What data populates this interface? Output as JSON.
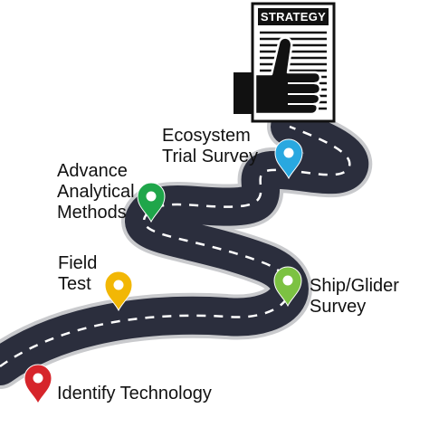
{
  "document": {
    "title": "STRATEGY",
    "icon": "thumbs-up-icon"
  },
  "milestones": [
    {
      "id": "identify-technology",
      "lines": [
        "Identify Technology"
      ],
      "pin_color": "#d6252b"
    },
    {
      "id": "field-test",
      "lines": [
        "Field",
        "Test"
      ],
      "pin_color": "#f2b705"
    },
    {
      "id": "ship-glider-survey",
      "lines": [
        "Ship/Glider",
        "Survey"
      ],
      "pin_color": "#7cc242"
    },
    {
      "id": "advance-analytical-methods",
      "lines": [
        "Advance",
        "Analytical",
        "Methods"
      ],
      "pin_color": "#1fa64a"
    },
    {
      "id": "ecosystem-trial-survey",
      "lines": [
        "Ecosystem",
        "Trial Survey"
      ],
      "pin_color": "#29a8e0"
    }
  ],
  "colors": {
    "road": "#2b2e3d",
    "road_edge": "#c9cacd",
    "lane_marking": "#ffffff",
    "ink": "#111111"
  }
}
